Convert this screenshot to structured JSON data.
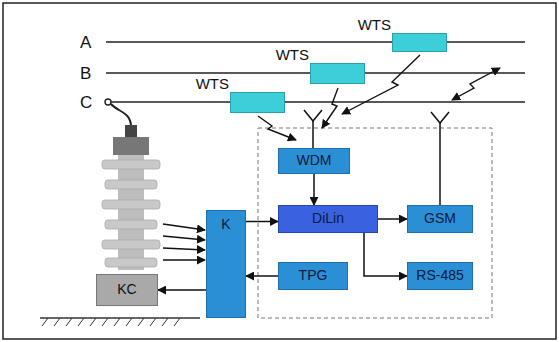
{
  "diagram": {
    "nodes": [
      {
        "text": [
          "WTS"
        ]
      },
      {
        "text": [
          "WTS"
        ]
      },
      {
        "text": [
          "WTS"
        ]
      },
      {
        "text": [
          "WDM"
        ]
      },
      {
        "text": [
          "K"
        ]
      },
      {
        "text": [
          "DiLin"
        ]
      },
      {
        "text": [
          "GSM"
        ]
      },
      {
        "text": [
          "KC"
        ]
      },
      {
        "text": [
          "TPG"
        ]
      },
      {
        "text": [
          "RS-485"
        ]
      }
    ],
    "edges": [
      {
        "from": 3,
        "to": 5,
        "arrow": "to"
      },
      {
        "from": 4,
        "to": 5,
        "arrow": "to"
      },
      {
        "from": 5,
        "to": 6,
        "arrow": "to"
      },
      {
        "from": 5,
        "to": 9,
        "arrow": "to"
      },
      {
        "from": 8,
        "to": 4,
        "arrow": "to"
      },
      {
        "from": 4,
        "to": 7,
        "arrow": "to"
      }
    ],
    "labels": [
      "A",
      "B",
      "C"
    ]
  }
}
